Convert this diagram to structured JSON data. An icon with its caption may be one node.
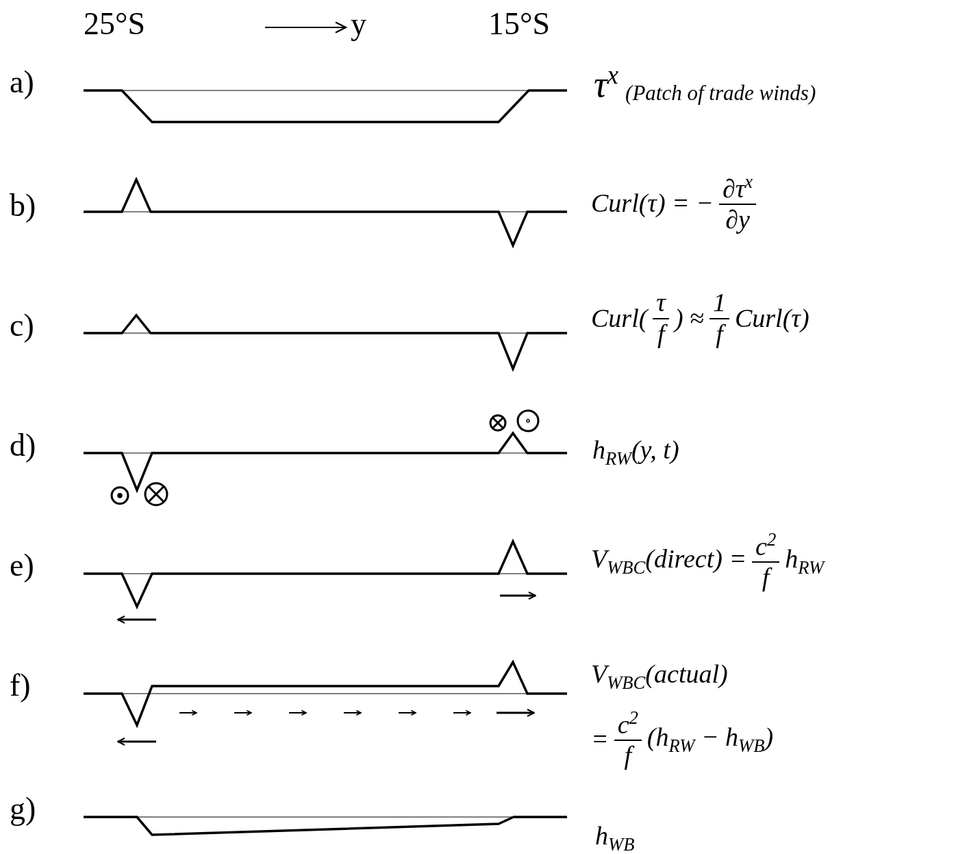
{
  "diagram": {
    "labels": [
      "25°S",
      "y",
      "15°S",
      "a)",
      "τ$^{x}$",
      "(Patch of trade winds)",
      "b)",
      "Curl(τ) = −",
      "∂τ$^{x}$",
      "∂y",
      "c)",
      "Curl(",
      "τ",
      "f",
      ") ≈",
      "1",
      "f",
      "Curl(τ)",
      "d)",
      "h$_{RW}$(y, t)",
      "e)",
      "V$_{WBC}$(direct) =",
      "c$^{2}$",
      "f",
      "h$_{RW}$",
      "f)",
      "V$_{WBC}$(actual)",
      "=",
      "c$^{2}$",
      "f",
      "(h$_{RW}$ − h$_{WB}$)",
      "g)",
      "h$_{WB}$"
    ]
  }
}
